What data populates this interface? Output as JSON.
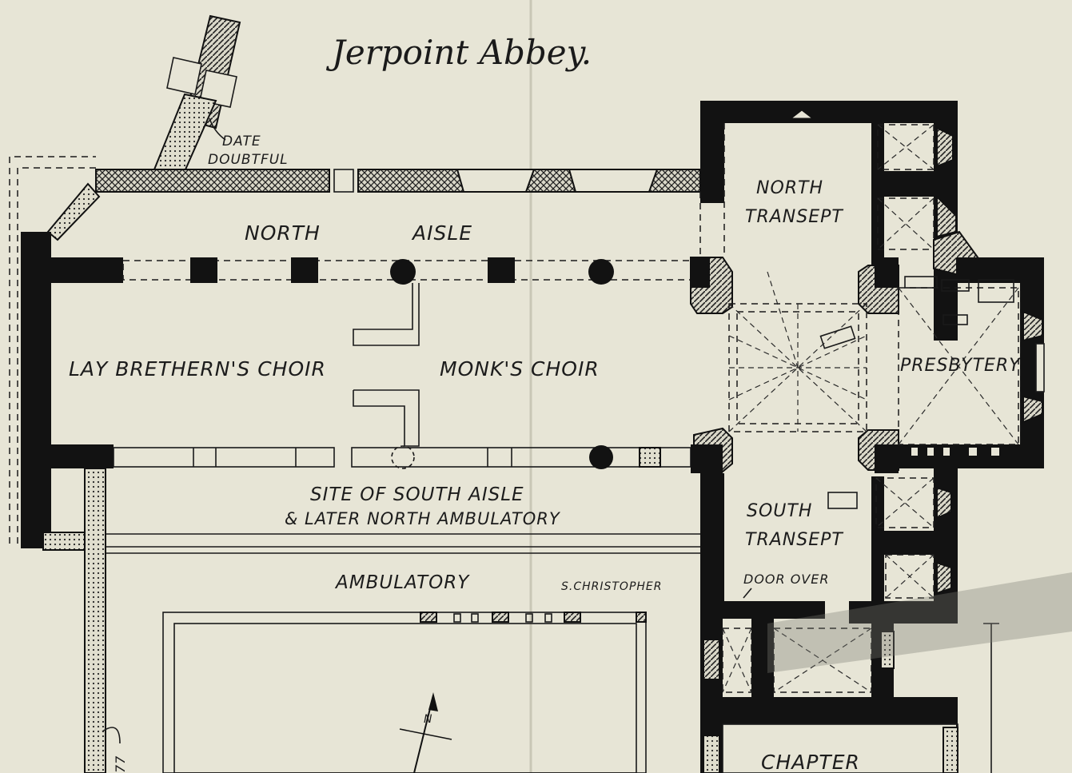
{
  "diagram": {
    "title": "Jerpoint Abbey.",
    "labels": {
      "date_doubtful_1": "DATE",
      "date_doubtful_2": "DOUBTFUL",
      "north_aisle_1": "NORTH",
      "north_aisle_2": "AISLE",
      "north_transept_1": "NORTH",
      "north_transept_2": "TRANSEPT",
      "lay_brethren_choir": "LAY BRETHERN'S CHOIR",
      "monks_choir": "MONK'S CHOIR",
      "presbytery": "PRESBYTERY",
      "south_aisle_1": "SITE OF SOUTH AISLE",
      "south_aisle_2": "& LATER NORTH AMBULATORY",
      "south_transept_1": "SOUTH",
      "south_transept_2": "TRANSEPT",
      "door_over": "DOOR OVER",
      "ambulatory": "AMBULATORY",
      "s_christopher": "S.CHRISTOPHER",
      "chapter": "CHAPTER",
      "north_arrow_letter": "N",
      "edge_number": "77"
    },
    "colors": {
      "paper": "#e7e5d6",
      "ink": "#121212"
    }
  }
}
